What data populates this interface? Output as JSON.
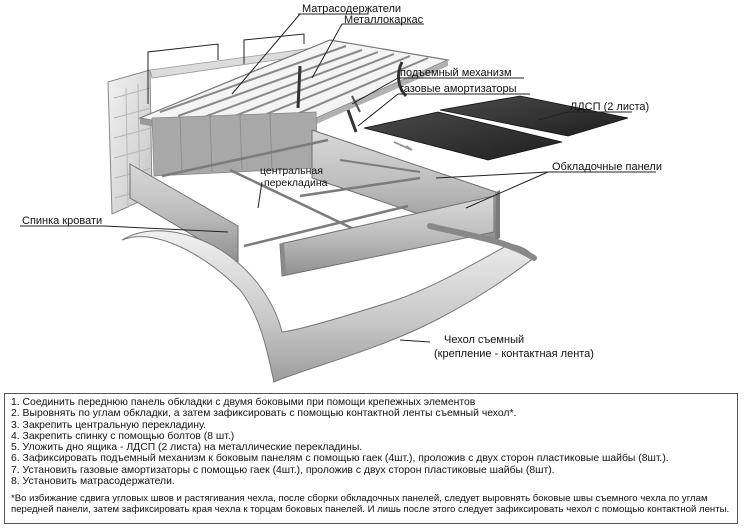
{
  "labels": {
    "mattress_holders": "Матрасодержатели",
    "metal_frame": "Металлокаркас",
    "lift_mechanism": "подъемный механизм",
    "gas_struts": "газовые амортизаторы",
    "chipboard": "ЛДСП (2 листа)",
    "facing_panels": "Обкладочные панели",
    "crossbar_line1": "центральная",
    "crossbar_line2": "перекладина",
    "headboard": "Спинка кровати",
    "cover_line1": "Чехол съемный",
    "cover_line2": "(крепление - контактная лента)"
  },
  "steps": [
    "1.  Соединить переднюю панель обкладки с двумя боковыми при помощи крепежных элементов",
    "2.  Выровнять по углам обкладки, а затем зафиксировать с помощью контактной ленты съемный чехол*.",
    "3. Закрепить центральную перекладину.",
    "4. Закрепить спинку с помощью болтов (8 шт.)",
    "5. Уложить дно ящика - ЛДСП (2 листа) на металлические перекладины.",
    "6. Зафиксировать подъемный механизм к боковым панелям с помощью гаек (4шт.), проложив с двух сторон пластиковые шайбы (8шт.).",
    "7. Установить газовые амортизаторы с помощью гаек (4шт.), проложив с двух сторон пластиковые шайбы (8шт).",
    "8. Установить матрасодержатели."
  ],
  "footnote": "*Во избижание сдвига угловых швов и растягивания чехла, после сборки обкладочных панелей, следует выровнять боковые швы съемного чехла по углам передней панели, затем зафиксировать края чехла к торцам боковых панелей. И лишь после этого следует зафиксировать чехол с помощью контактной ленты.",
  "colors": {
    "panel_light": "#e4e4e4",
    "panel_dark": "#9a9a9a",
    "chipboard": "#333333",
    "metal": "#8a8a8a"
  }
}
